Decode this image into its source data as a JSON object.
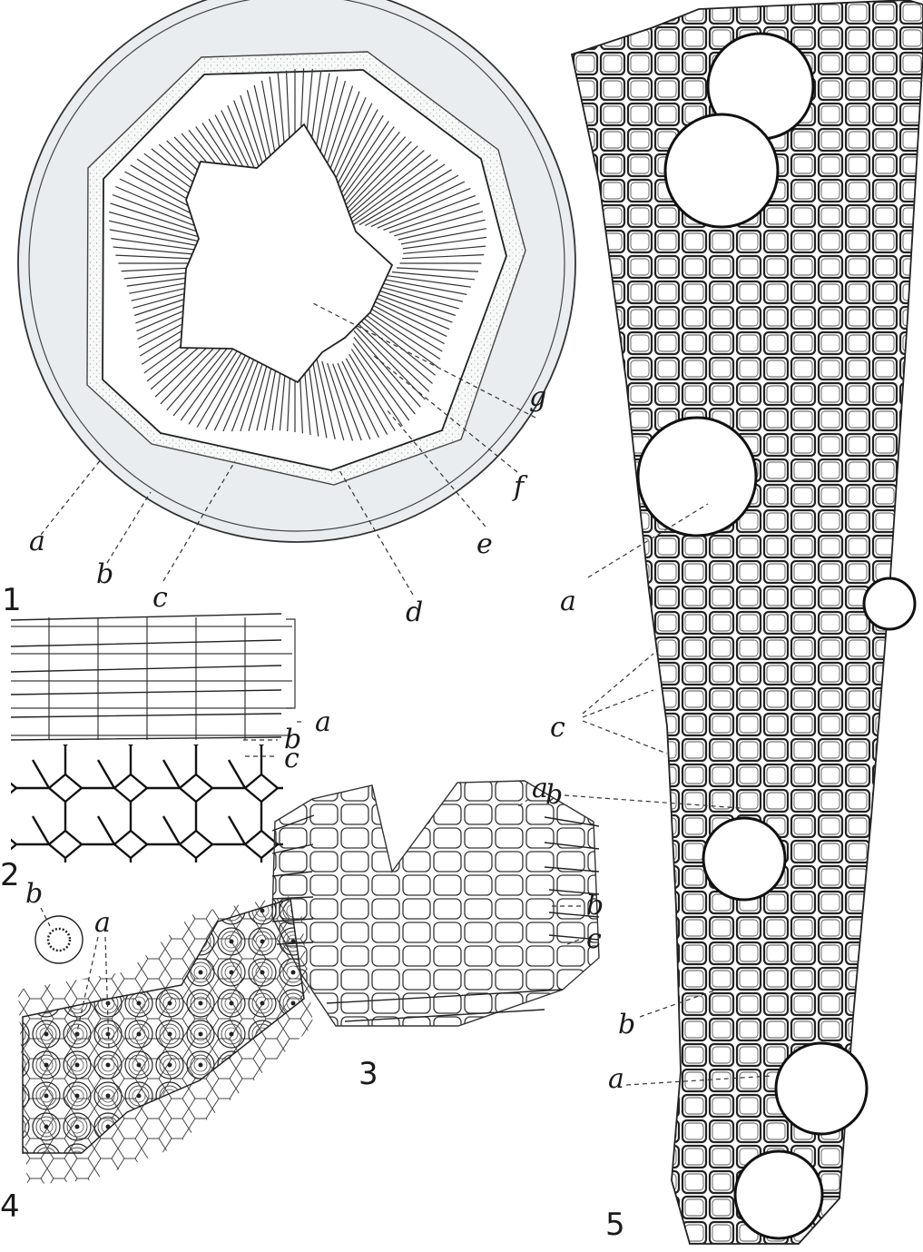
{
  "figures": [
    {
      "number": "1",
      "labels": [
        "a",
        "b",
        "c",
        "d",
        "e",
        "f",
        "g"
      ]
    },
    {
      "number": "2",
      "labels": [
        "a",
        "b",
        "c"
      ]
    },
    {
      "number": "3",
      "labels": [
        "a",
        "b",
        "c"
      ]
    },
    {
      "number": "4",
      "labels": [
        "b",
        "a"
      ]
    },
    {
      "number": "5",
      "labels": [
        "a",
        "c",
        "b",
        "b",
        "a"
      ]
    }
  ],
  "colors": {
    "ink": "#1a1a1a",
    "ring_shade": "#e6ebee",
    "paper": "#ffffff"
  }
}
